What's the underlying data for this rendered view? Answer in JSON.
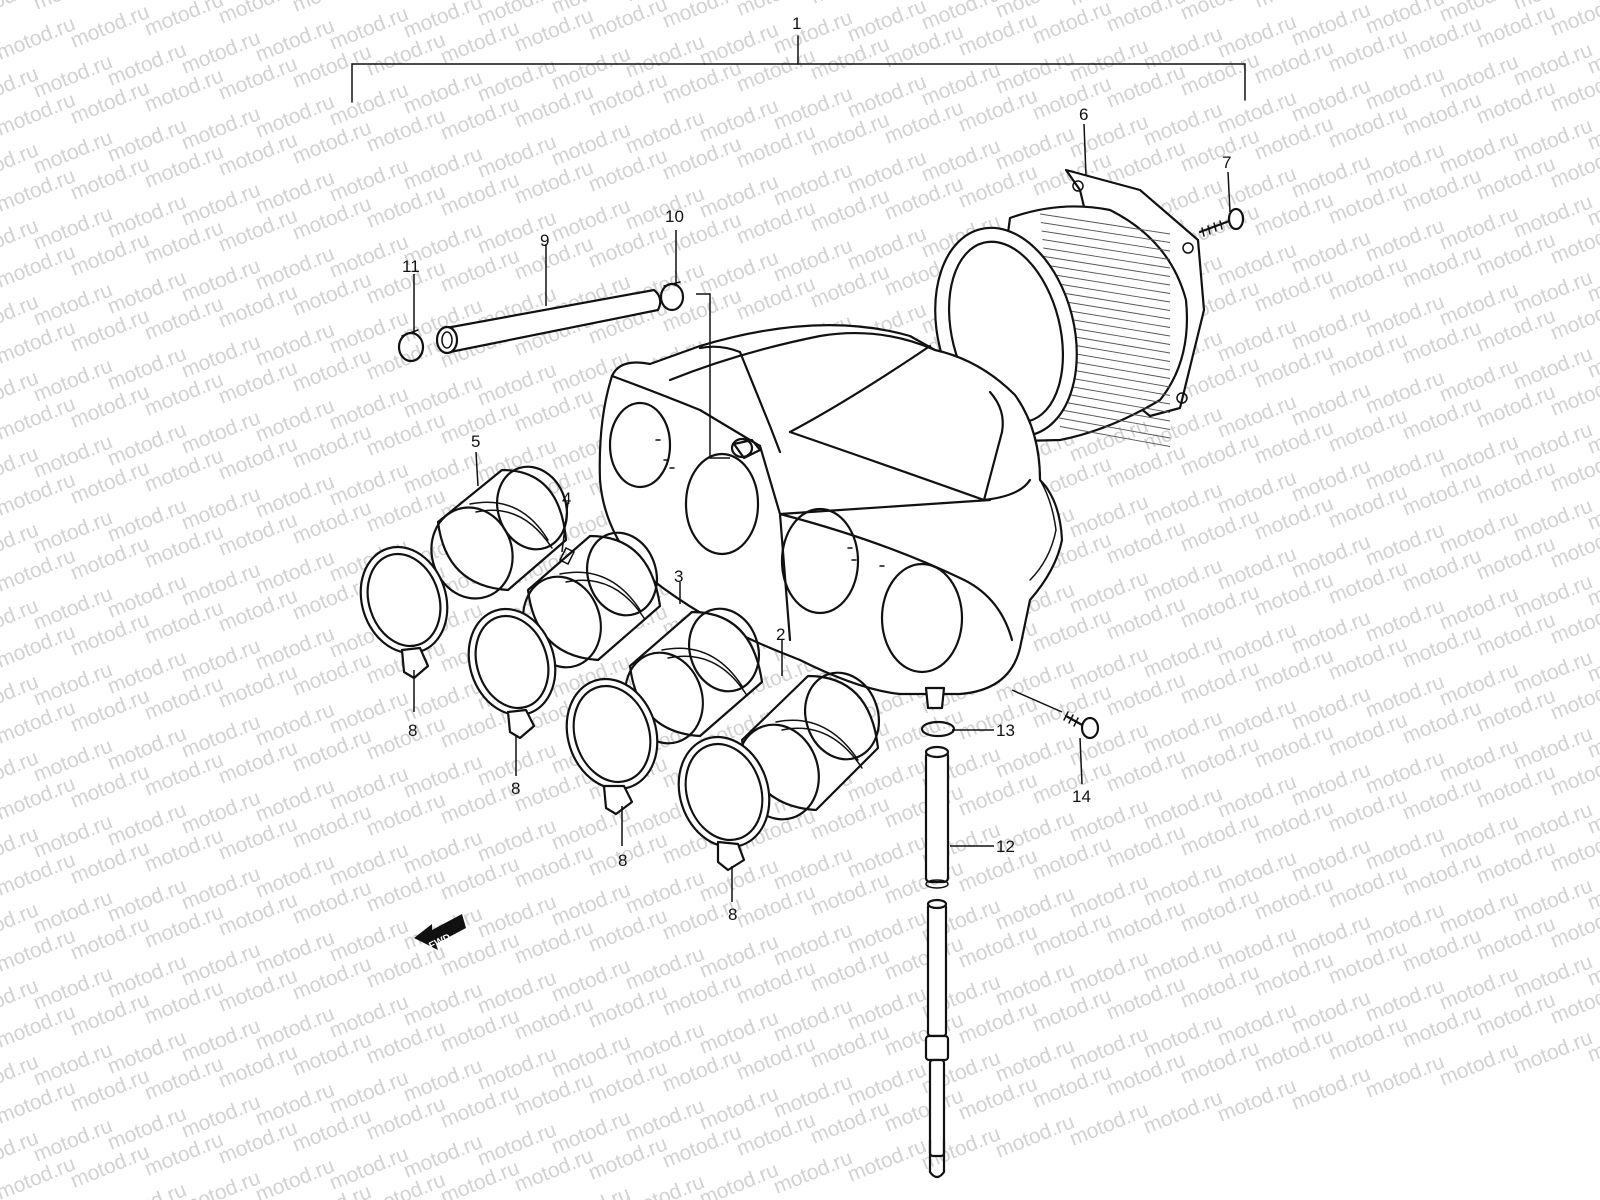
{
  "watermark": "motod.ru",
  "fwd_label": "FWD",
  "callouts": {
    "c1": "1",
    "c2": "2",
    "c3": "3",
    "c4": "4",
    "c5": "5",
    "c6": "6",
    "c7": "7",
    "c8a": "8",
    "c8b": "8",
    "c8c": "8",
    "c8d": "8",
    "c9": "9",
    "c10": "10",
    "c11": "11",
    "c12": "12",
    "c13": "13",
    "c14": "14"
  },
  "colors": {
    "line": "#111111",
    "watermark": "#d2d2d2",
    "background": "#ffffff"
  }
}
